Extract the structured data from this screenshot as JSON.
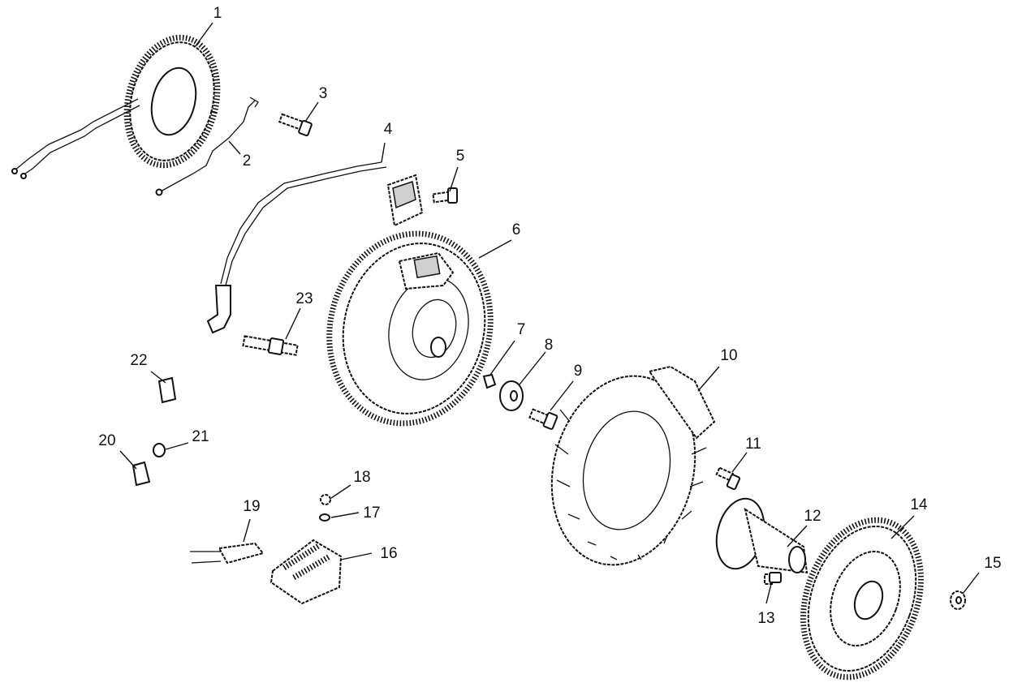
{
  "callouts": [
    {
      "id": "1",
      "text": "1"
    },
    {
      "id": "2",
      "text": "2"
    },
    {
      "id": "3",
      "text": "3"
    },
    {
      "id": "4",
      "text": "4"
    },
    {
      "id": "5",
      "text": "5"
    },
    {
      "id": "6",
      "text": "6"
    },
    {
      "id": "7",
      "text": "7"
    },
    {
      "id": "8",
      "text": "8"
    },
    {
      "id": "9",
      "text": "9"
    },
    {
      "id": "10",
      "text": "10"
    },
    {
      "id": "11",
      "text": "11"
    },
    {
      "id": "12",
      "text": "12"
    },
    {
      "id": "13",
      "text": "13"
    },
    {
      "id": "14",
      "text": "14"
    },
    {
      "id": "15",
      "text": "15"
    },
    {
      "id": "16",
      "text": "16"
    },
    {
      "id": "17",
      "text": "17"
    },
    {
      "id": "18",
      "text": "18"
    },
    {
      "id": "19",
      "text": "19"
    },
    {
      "id": "20",
      "text": "20"
    },
    {
      "id": "21",
      "text": "21"
    },
    {
      "id": "22",
      "text": "22"
    },
    {
      "id": "23",
      "text": "23"
    }
  ],
  "colors": {
    "line": "#111111",
    "background": "#ffffff",
    "shade": "#cfcfcf"
  }
}
